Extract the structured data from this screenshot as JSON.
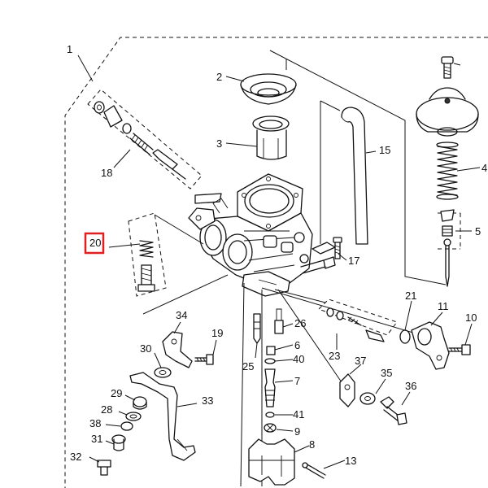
{
  "diagram": {
    "callouts": [
      {
        "id": "c1",
        "label": "1"
      },
      {
        "id": "c2",
        "label": "2"
      },
      {
        "id": "c3",
        "label": "3"
      },
      {
        "id": "c4",
        "label": "4"
      },
      {
        "id": "c5",
        "label": "5"
      },
      {
        "id": "c6",
        "label": "6"
      },
      {
        "id": "c7",
        "label": "7"
      },
      {
        "id": "c8",
        "label": "8"
      },
      {
        "id": "c9",
        "label": "9"
      },
      {
        "id": "c10",
        "label": "10"
      },
      {
        "id": "c11",
        "label": "11"
      },
      {
        "id": "c13",
        "label": "13"
      },
      {
        "id": "c15",
        "label": "15"
      },
      {
        "id": "c17",
        "label": "17"
      },
      {
        "id": "c18",
        "label": "18"
      },
      {
        "id": "c19",
        "label": "19"
      },
      {
        "id": "c20",
        "label": "20"
      },
      {
        "id": "c21",
        "label": "21"
      },
      {
        "id": "c23",
        "label": "23"
      },
      {
        "id": "c25",
        "label": "25"
      },
      {
        "id": "c26",
        "label": "26"
      },
      {
        "id": "c28",
        "label": "28"
      },
      {
        "id": "c29",
        "label": "29"
      },
      {
        "id": "c30",
        "label": "30"
      },
      {
        "id": "c31",
        "label": "31"
      },
      {
        "id": "c32",
        "label": "32"
      },
      {
        "id": "c33",
        "label": "33"
      },
      {
        "id": "c34",
        "label": "34"
      },
      {
        "id": "c35",
        "label": "35"
      },
      {
        "id": "c36",
        "label": "36"
      },
      {
        "id": "c37",
        "label": "37"
      },
      {
        "id": "c38",
        "label": "38"
      },
      {
        "id": "c40",
        "label": "40"
      },
      {
        "id": "c41",
        "label": "41"
      }
    ],
    "highlight": {
      "label": "20",
      "color": "#e02020"
    },
    "colors": {
      "ink": "#111111",
      "background": "#ffffff"
    }
  }
}
